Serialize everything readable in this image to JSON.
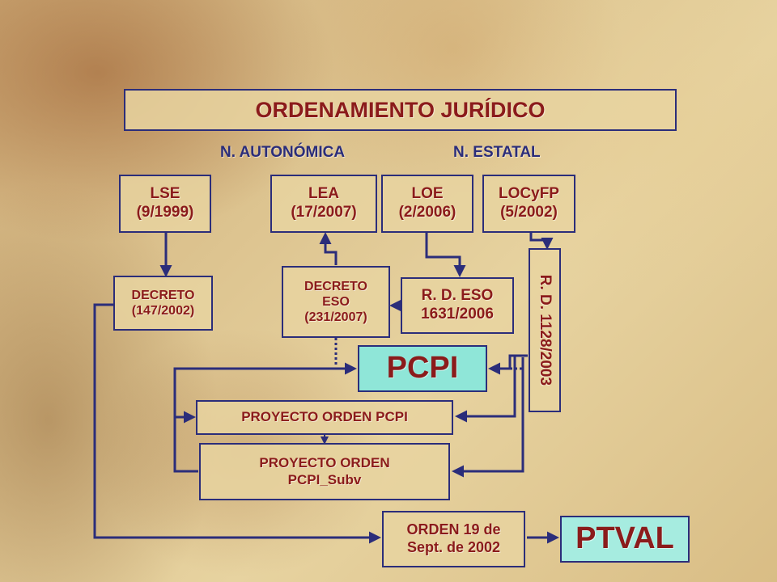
{
  "title": "ORDENAMIENTO JURÍDICO",
  "headers": {
    "autonomica": "N. AUTONÓMICA",
    "estatal": "N. ESTATAL"
  },
  "nodes": {
    "lse": [
      "LSE",
      "(9/1999)"
    ],
    "lea": [
      "LEA",
      "(17/2007)"
    ],
    "loe": [
      "LOE",
      "(2/2006)"
    ],
    "locyfp": [
      "LOCyFP",
      "(5/2002)"
    ],
    "decreto_147": [
      "DECRETO",
      "(147/2002)"
    ],
    "decreto_eso": [
      "DECRETO",
      "ESO",
      "(231/2007)"
    ],
    "rd_eso": [
      "R. D. ESO",
      "1631/2006"
    ],
    "rd_1128": "R. D. 1128/2003",
    "pcpi": "PCPI",
    "proyecto_pcpi": "PROYECTO ORDEN PCPI",
    "proyecto_subv": [
      "PROYECTO ORDEN",
      "PCPI_Subv"
    ],
    "orden_19": [
      "ORDEN 19 de",
      "Sept. de 2002"
    ],
    "ptval": "PTVAL"
  },
  "colors": {
    "border": "#2b2d7a",
    "text": "#8b1b1b",
    "highlight": "#8fe6d8"
  }
}
